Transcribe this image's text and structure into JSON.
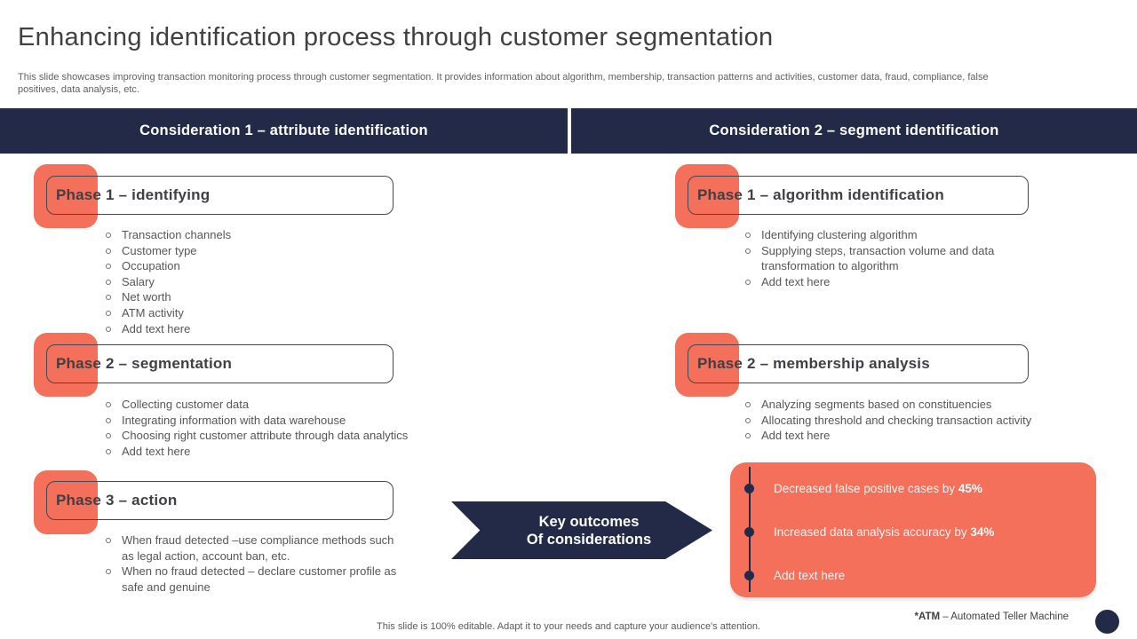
{
  "slide": {
    "title": "Enhancing identification process through customer segmentation",
    "subtitle": "This slide showcases improving transaction monitoring process through customer segmentation. It provides information about algorithm, membership, transaction patterns and activities, customer data, fraud, compliance, false positives, data analysis, etc."
  },
  "columns": [
    {
      "header": "Consideration 1 – attribute identification",
      "phases": [
        {
          "title": "Phase 1 – identifying",
          "bullets": [
            "Transaction channels",
            "Customer type",
            "Occupation",
            "Salary",
            "Net worth",
            "ATM activity",
            "Add text here"
          ]
        },
        {
          "title": "Phase 2 – segmentation",
          "bullets": [
            "Collecting customer data",
            "Integrating information with data warehouse",
            "Choosing right customer attribute through data analytics",
            "Add text here"
          ]
        },
        {
          "title": "Phase 3 – action",
          "bullets": [
            "When fraud detected –use compliance methods such as legal action, account ban, etc.",
            "When no fraud detected – declare customer profile as safe and genuine"
          ]
        }
      ]
    },
    {
      "header": "Consideration 2 – segment identification",
      "phases": [
        {
          "title": "Phase 1 – algorithm identification",
          "bullets": [
            "Identifying clustering algorithm",
            "Supplying steps, transaction volume and data transformation to algorithm",
            "Add text here"
          ]
        },
        {
          "title": "Phase 2 – membership analysis",
          "bullets": [
            "Analyzing segments based on constituencies",
            "Allocating threshold and checking transaction activity",
            "Add text here"
          ]
        }
      ]
    }
  ],
  "key_outcomes": {
    "title_line1": "Key outcomes",
    "title_line2": "Of considerations",
    "items": [
      {
        "text": "Decreased false positive cases by",
        "value": "45%"
      },
      {
        "text": "Increased data analysis accuracy by",
        "value": "34%"
      },
      {
        "text": "Add text here",
        "value": ""
      }
    ]
  },
  "footer": {
    "editable_note": "This slide is 100% editable. Adapt it to your needs and capture your audience's attention.",
    "atm_abbr": "*ATM",
    "atm_definition": "– Automated Teller Machine"
  },
  "colors": {
    "accent_navy": "#232a47",
    "accent_coral": "#f4705b"
  }
}
